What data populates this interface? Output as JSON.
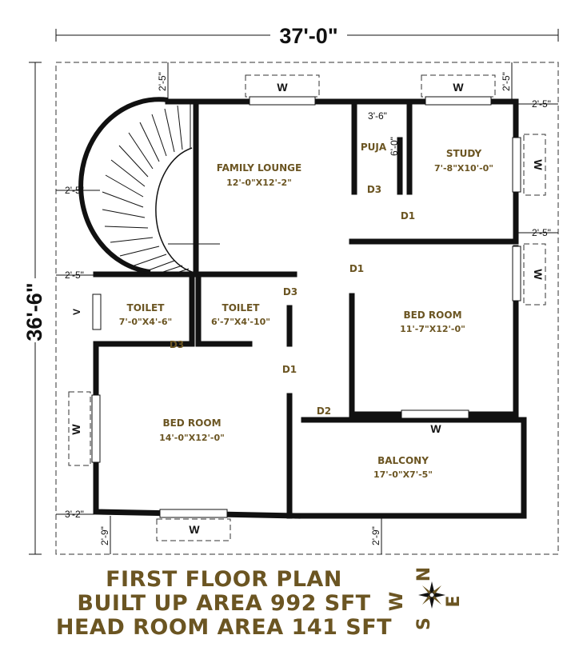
{
  "overall": {
    "width": "37'-0\"",
    "depth": "36'-6\""
  },
  "rooms": {
    "family_lounge": {
      "name": "FAMILY LOUNGE",
      "size": "12'-0\"X12'-2\""
    },
    "puja": {
      "name": "PUJA",
      "width": "3'-6\"",
      "depth": "6'-0\""
    },
    "study": {
      "name": "STUDY",
      "size": "7'-8\"X10'-0\""
    },
    "toilet_1": {
      "name": "TOILET",
      "size": "7'-0\"X4'-6\""
    },
    "toilet_2": {
      "name": "TOILET",
      "size": "6'-7\"X4'-10\""
    },
    "bedroom_right": {
      "name": "BED ROOM",
      "size": "11'-7\"X12'-0\""
    },
    "bedroom_left": {
      "name": "BED ROOM",
      "size": "14'-0\"X12'-0\""
    },
    "balcony": {
      "name": "BALCONY",
      "size": "17'-0\"X7'-5\""
    }
  },
  "doors": [
    "D1",
    "D2",
    "D3"
  ],
  "windows": {
    "w": "W",
    "v": "V"
  },
  "offsets": {
    "a": "2'-5\"",
    "b": "3'-2\"",
    "c": "2'-9\""
  },
  "footer": {
    "line1": "FIRST FLOOR PLAN",
    "line2": "BUILT UP AREA 992 SFT",
    "line3": "HEAD ROOM AREA 141 SFT"
  },
  "compass": {
    "n": "N",
    "s": "S",
    "e": "E",
    "w": "W"
  },
  "colors": {
    "label": "#6b5522",
    "line": "#111111"
  }
}
